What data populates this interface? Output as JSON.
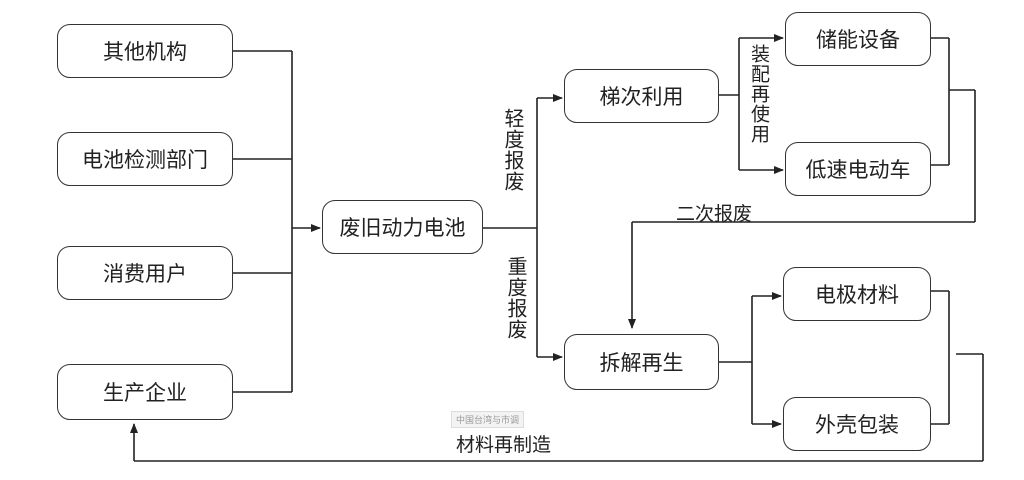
{
  "nodes": {
    "other_institutions": "其他机构",
    "battery_testing_dept": "电池检测部门",
    "consumers": "消费用户",
    "manufacturers": "生产企业",
    "waste_power_battery": "废旧动力电池",
    "cascade_utilization": "梯次利用",
    "energy_storage": "储能设备",
    "low_speed_ev": "低速电动车",
    "dismantle_regenerate": "拆解再生",
    "electrode_material": "电极材料",
    "shell_packaging": "外壳包装"
  },
  "edge_labels": {
    "light_scrap": "轻度报废",
    "heavy_scrap": "重度报废",
    "assemble_reuse": "装配再使用",
    "secondary_scrap": "二次报废",
    "material_remanufacture": "材料再制造"
  },
  "watermark": "中国台湾与市调"
}
